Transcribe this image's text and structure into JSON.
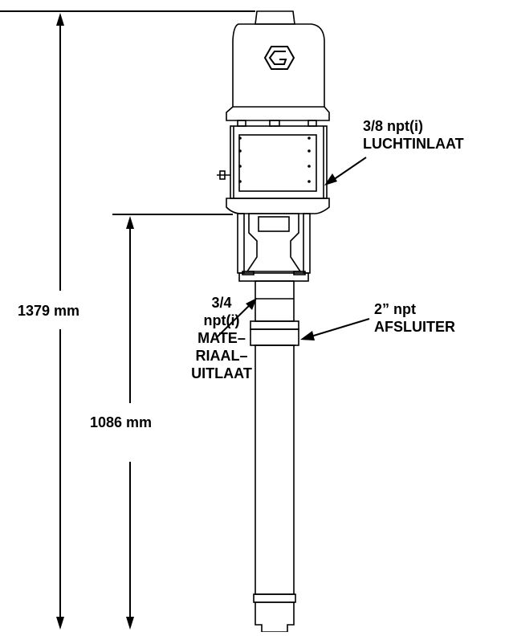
{
  "dimensions": {
    "overall_height": "1379 mm",
    "outlet_height": "1086 mm"
  },
  "callouts": {
    "air_inlet": [
      "3/8 npt(i)",
      "LUCHTINLAAT"
    ],
    "fluid_outlet": [
      "3/4",
      "npt(i)",
      "MATE–",
      "RIAAL–",
      "UITLAAT"
    ],
    "shutoff_valve": [
      "2” npt",
      "AFSLUITER"
    ]
  },
  "logo": {
    "name": "graco-logo-icon"
  }
}
